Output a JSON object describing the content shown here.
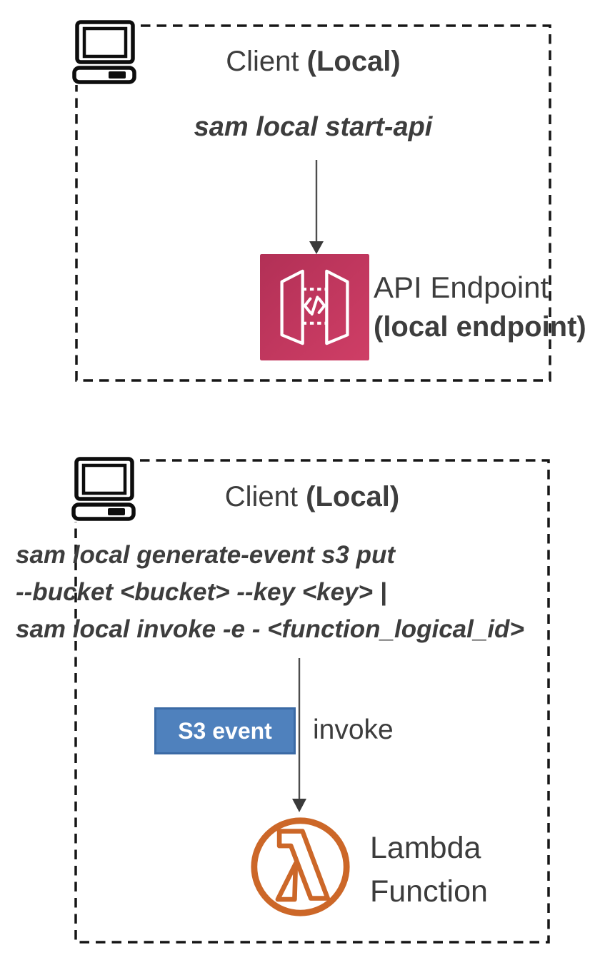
{
  "colors": {
    "text_gray": "#3d3d3d",
    "dash_black": "#161616",
    "api_gateway_crimson_start": "#b23056",
    "api_gateway_crimson_end": "#cf3e66",
    "lambda_orange": "#cc6728",
    "badge_blue_fill": "#4f81bd",
    "badge_blue_border": "#3b6aa5",
    "arrow_gray": "#4d4d4d"
  },
  "top_box": {
    "title_regular": "Client ",
    "title_bold": "(Local)",
    "command": "sam local start-api",
    "endpoint_line1": "API Endpoint",
    "endpoint_line2": "(local endpoint)"
  },
  "bottom_box": {
    "title_regular": "Client ",
    "title_bold": "(Local)",
    "command_lines": [
      "sam local generate-event s3 put",
      "--bucket <bucket> --key <key> |",
      "sam local invoke -e - <function_logical_id>"
    ],
    "badge_label": "S3 event",
    "arrow_label": "invoke",
    "lambda_line1": "Lambda",
    "lambda_line2": "Function"
  }
}
